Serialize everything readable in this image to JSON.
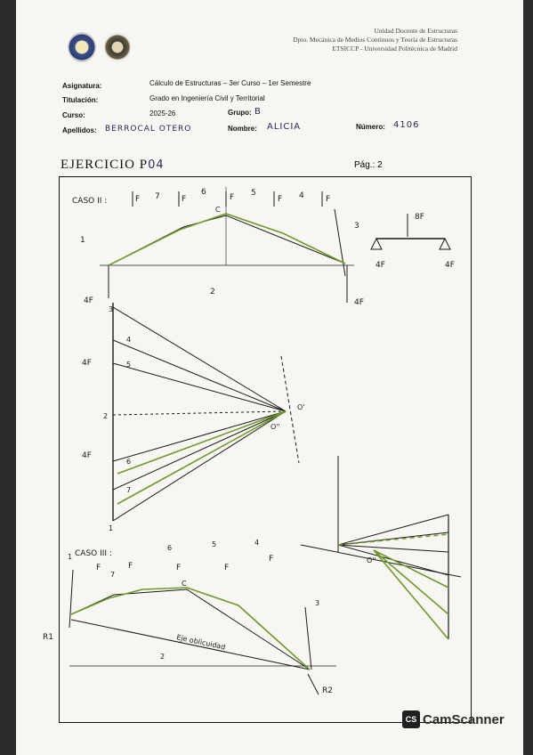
{
  "institution": {
    "line1": "Unidad Docente de Estructuras",
    "line2": "Dpto. Mecánica de Medios Continuos y Teoría de Estructuras",
    "line3": "ETSICCP - Universidad Politécnica de Madrid"
  },
  "header": {
    "asignatura_label": "Asignatura:",
    "asignatura": "Cálculo de Estructuras – 3er Curso – 1er Semestre",
    "titulacion_label": "Titulación:",
    "titulacion": "Grado en Ingeniería Civil y Territorial",
    "curso_label": "Curso:",
    "curso": "2025-26",
    "grupo_label": "Grupo:",
    "grupo": "B",
    "apellidos_label": "Apellidos:",
    "apellidos": "BERROCAL OTERO",
    "nombre_label": "Nombre:",
    "nombre": "ALICIA",
    "numero_label": "Número:",
    "numero": "4106"
  },
  "exercise": {
    "title": "EJERCICIO P",
    "title_hand": "04",
    "page_label": "Pág.:",
    "page_number": "2"
  },
  "caso2": {
    "label": "CASO II :",
    "loads": [
      "F",
      "F",
      "F",
      "F",
      "F"
    ],
    "circles": [
      "7",
      "6",
      "5",
      "4"
    ],
    "c_label": "C",
    "node_1": "1",
    "node_2": "2",
    "node_3": "3",
    "reaction_left": "4F",
    "reaction_right": "4F",
    "beam_load": "8F",
    "beam_react_left": "4F",
    "beam_react_right": "4F"
  },
  "force_poly1": {
    "n3": "3",
    "n4": "4",
    "n5": "5",
    "n2": "2",
    "n6": "6",
    "n7": "7",
    "n1": "1",
    "seg1": "4F",
    "seg2": "4F",
    "seg3": "4F",
    "pole": "O'",
    "pole2": "O''"
  },
  "caso3": {
    "label": "CASO III :",
    "circles": [
      "1",
      "7",
      "6",
      "5",
      "4",
      "3",
      "2"
    ],
    "loads": [
      "F",
      "F",
      "F",
      "F",
      "F"
    ],
    "c_label": "C",
    "axis_label": "Eje oblicuidad",
    "r1": "R1",
    "r2": "R2",
    "pole": "O''"
  },
  "colors": {
    "funicular": "#6f9a2a",
    "ink": "#1a1a1a"
  },
  "scanner": {
    "logo": "CS",
    "name": "CamScanner"
  }
}
